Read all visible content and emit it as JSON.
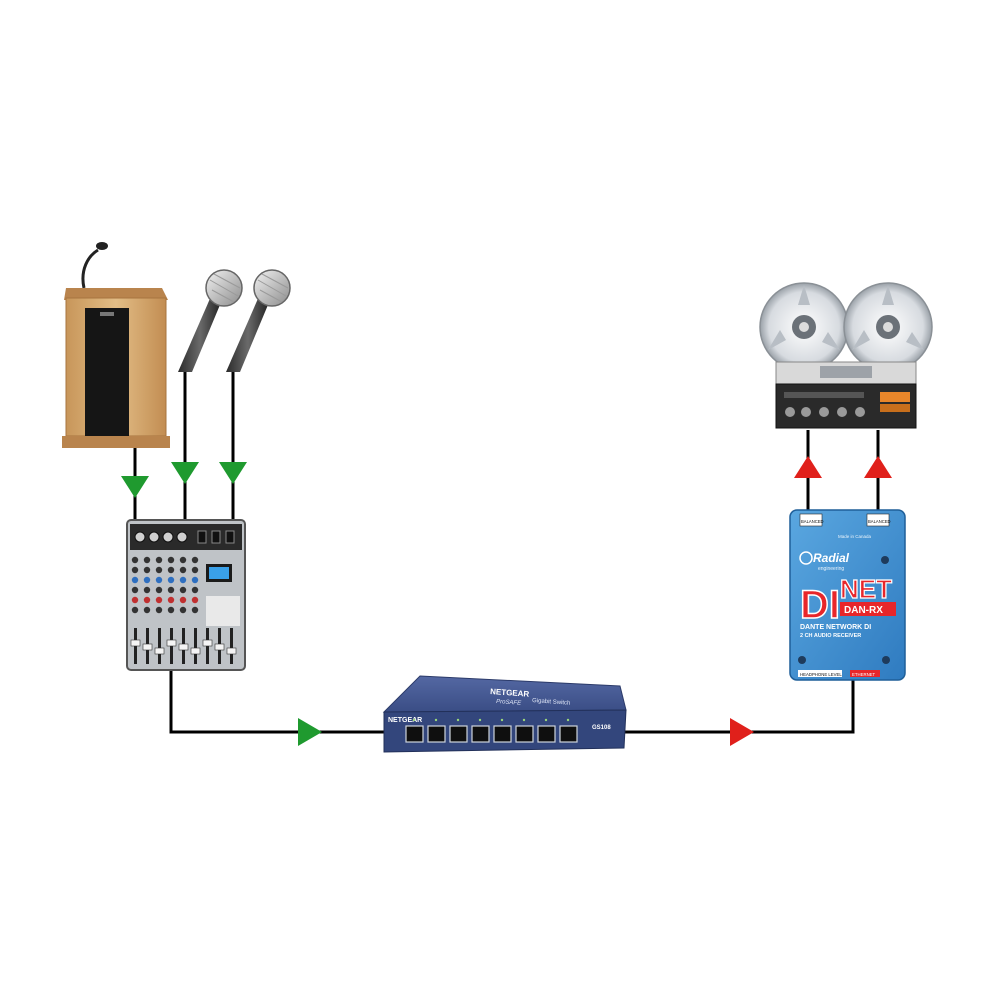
{
  "colors": {
    "background": "#ffffff",
    "wire": "#000000",
    "arrow_input": "#1f9a2f",
    "arrow_output": "#e0201b",
    "switch_body": "#3a4f86",
    "di_body": "#3f8fd0",
    "di_red": "#e8262a",
    "podium_wood": "#d9b07a"
  },
  "devices": {
    "podium": {
      "icon": "podium-icon"
    },
    "mic1": {
      "icon": "microphone-icon"
    },
    "mic2": {
      "icon": "microphone-icon"
    },
    "mixer": {
      "icon": "mixer-icon"
    },
    "switch": {
      "icon": "network-switch-icon",
      "brand": "NETGEAR",
      "product_line": "ProSAFE",
      "product_desc": "Gigabit Switch",
      "model": "GS108"
    },
    "di": {
      "icon": "dante-di-icon",
      "brand": "Radial",
      "brand_sub": "engineering",
      "made_in": "Made in Canada",
      "name_di": "DI",
      "name_net": "NET",
      "model": "DAN-RX",
      "line1": "DANTE NETWORK DI",
      "line2": "2 CH AUDIO RECEIVER",
      "port_headphone": "HEADPHONE LEVEL",
      "port_ethernet": "ETHERNET",
      "out_left": "BALANCED",
      "out_right": "BALANCED"
    },
    "tape": {
      "icon": "reel-to-reel-recorder-icon"
    }
  },
  "connections": [
    {
      "from": "podium",
      "to": "mixer",
      "direction": "input"
    },
    {
      "from": "mic1",
      "to": "mixer",
      "direction": "input"
    },
    {
      "from": "mic2",
      "to": "mixer",
      "direction": "input"
    },
    {
      "from": "mixer",
      "to": "switch",
      "direction": "input"
    },
    {
      "from": "switch",
      "to": "di",
      "direction": "output"
    },
    {
      "from": "di",
      "to": "tape",
      "direction": "output"
    },
    {
      "from": "di",
      "to": "tape",
      "direction": "output"
    }
  ]
}
